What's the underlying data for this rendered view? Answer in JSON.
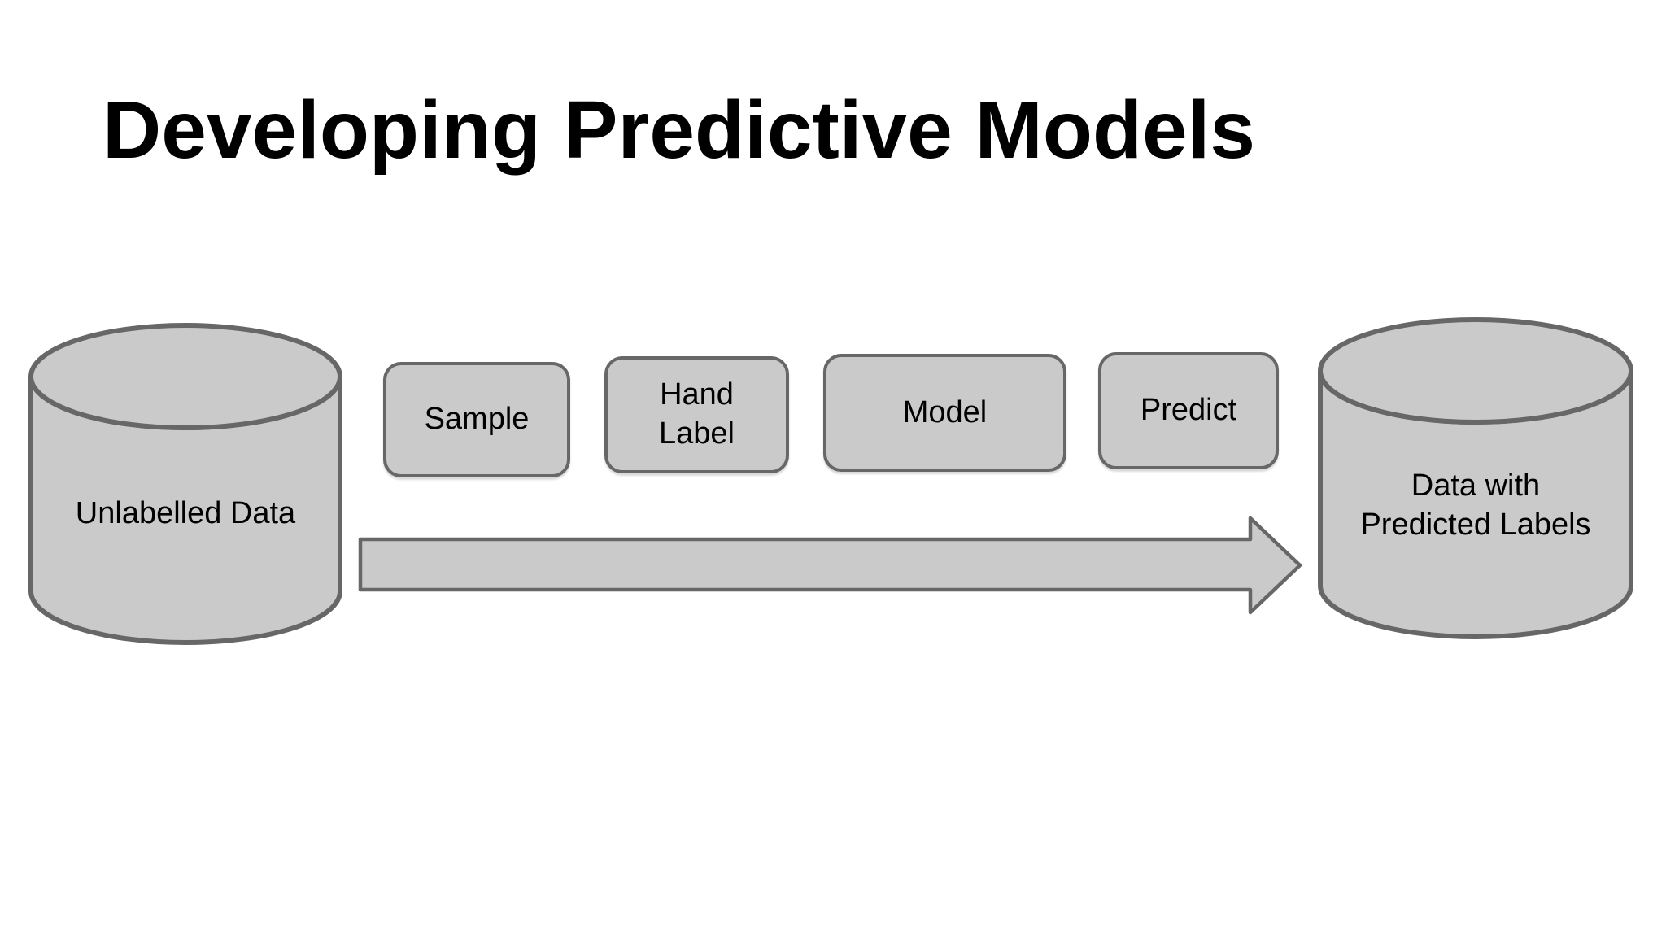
{
  "slide": {
    "title": "Developing Predictive Models"
  },
  "pipeline": {
    "source": {
      "label": "Unlabelled Data",
      "shape": "database-cylinder"
    },
    "steps": [
      {
        "label": "Sample"
      },
      {
        "label": "Hand\nLabel"
      },
      {
        "label": "Model"
      },
      {
        "label": "Predict"
      }
    ],
    "result": {
      "label": "Data with\nPredicted Labels",
      "shape": "database-cylinder"
    },
    "arrow": {
      "direction": "right",
      "from": "Unlabelled Data",
      "to": "Data with Predicted Labels"
    }
  },
  "colors": {
    "background": "#ffffff",
    "shape_fill": "#cacaca",
    "shape_stroke": "#676767",
    "text": "#000000",
    "title": "#000000"
  }
}
